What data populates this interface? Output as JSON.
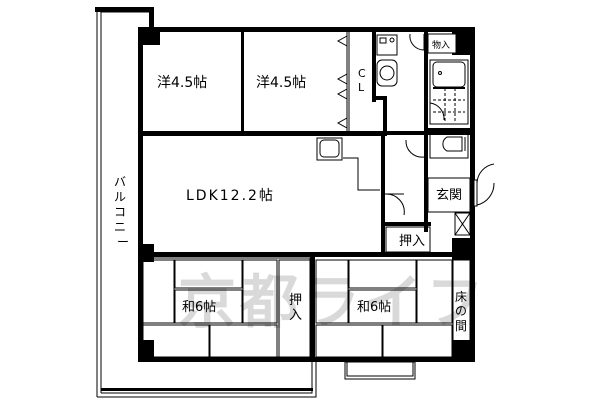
{
  "floorplan": {
    "rooms": {
      "western_room_1": "洋4.5帖",
      "western_room_2": "洋4.5帖",
      "closet": "CL",
      "ldk": "LDK12.2帖",
      "balcony": "バルコニー",
      "entrance": "玄関",
      "storage_hall": "押入",
      "storage_small": "物入",
      "japanese_room_1": "和6帖",
      "japanese_room_2": "和6帖",
      "japanese_closet": "押入",
      "tokonoma": "床の間"
    },
    "balcony_chars": [
      "バ",
      "ル",
      "コ",
      "ニ",
      "ー"
    ],
    "closet_chars": [
      "C",
      "L"
    ],
    "japanese_closet_chars": [
      "押",
      "入"
    ],
    "tokonoma_chars": [
      "床",
      "の",
      "間"
    ],
    "watermark": "京都ライフ",
    "colors": {
      "wall": "#000000",
      "background": "#ffffff",
      "watermark": "#d9d9d9"
    }
  }
}
